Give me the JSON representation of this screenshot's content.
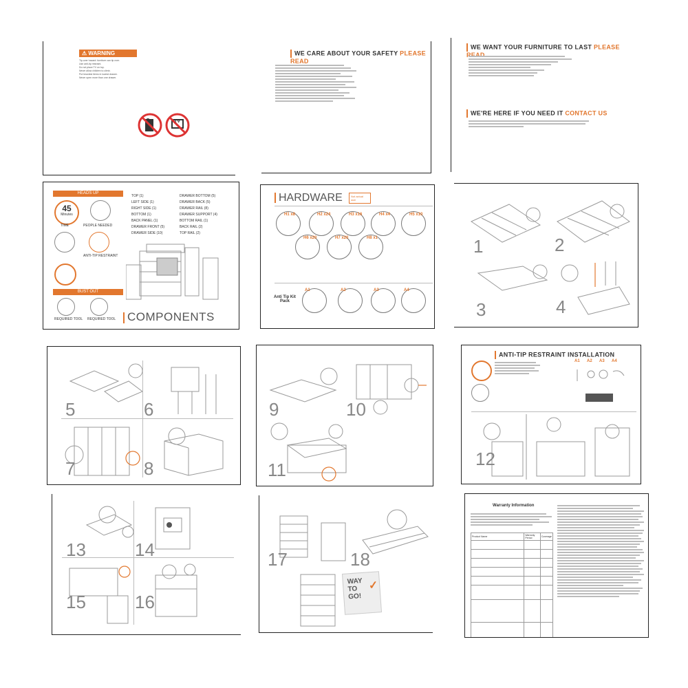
{
  "page1": {
    "warning_title": "WARNING",
    "lines": [
      "Tip-over hazard: furniture can tip over.",
      "Use anti-tip restraint.",
      "Do not place TV on top.",
      "Never allow children to climb.",
      "Put heaviest items in lowest drawer.",
      "Never open more than one drawer."
    ],
    "icons": [
      "no-climbing-icon",
      "no-tv-icon"
    ],
    "tv_label": "TV"
  },
  "page2": {
    "heading_prefix": "WE CARE ABOUT YOUR SAFETY",
    "heading_accent": "PLEASE READ"
  },
  "page3": {
    "heading_prefix": "WE WANT YOUR FURNITURE TO LAST",
    "heading_accent": "PLEASE READ",
    "heading2_prefix": "WE'RE HERE IF YOU NEED IT",
    "heading2_accent": "CONTACT US"
  },
  "page4": {
    "heads_up": "HEADS UP",
    "time_value": "45",
    "time_unit": "Minutes",
    "time_label": "TIME",
    "people_label": "PEOPLE NEEDED",
    "anti_tip_label": "ANTI-TIP RESTRAINT",
    "bust_out": "BUST OUT",
    "tool1_label": "REQUIRED TOOL",
    "tool2_label": "REQUIRED TOOL",
    "components_title": "COMPONENTS",
    "parts_left": [
      "TOP (1)",
      "LEFT SIDE (1)",
      "RIGHT SIDE (1)",
      "BOTTOM (1)",
      "BACK PANEL (1)",
      "DRAWER FRONT (5)",
      "DRAWER SIDE (10)"
    ],
    "parts_right": [
      "DRAWER BOTTOM (5)",
      "DRAWER BACK (5)",
      "DRAWER RAIL (8)",
      "DRAWER SUPPORT (4)",
      "BOTTOM RAIL (1)",
      "BACK RAIL (2)",
      "TOP RAIL (2)"
    ]
  },
  "page5": {
    "title": "HARDWARE",
    "note": "Not actual size",
    "items": [
      "H1 x8",
      "H2 x24",
      "H3 x16",
      "H4 x4",
      "H5 x10",
      "H6 x20",
      "H7 x20",
      "H8 x1"
    ],
    "kit_title": "Anti Tip Kit Pack",
    "kit_items": [
      "A1",
      "A2",
      "A3",
      "A4"
    ]
  },
  "page6": {
    "steps": [
      "1",
      "2",
      "3",
      "4"
    ]
  },
  "page7": {
    "steps": [
      "5",
      "6",
      "7",
      "8"
    ]
  },
  "page8": {
    "steps": [
      "9",
      "10",
      "11"
    ]
  },
  "page9": {
    "title": "ANTI-TIP RESTRAINT INSTALLATION",
    "parts": [
      "A1",
      "A2",
      "A3",
      "A4"
    ],
    "step": "12"
  },
  "page10": {
    "steps": [
      "13",
      "14",
      "15",
      "16"
    ]
  },
  "page11": {
    "steps": [
      "17",
      "18"
    ],
    "badge_lines": [
      "WAY",
      "TO",
      "GO!"
    ]
  },
  "page12": {
    "title": "Warranty Information",
    "col_headers": [
      "Product Name",
      "Warranty Period",
      "Coverage"
    ]
  }
}
